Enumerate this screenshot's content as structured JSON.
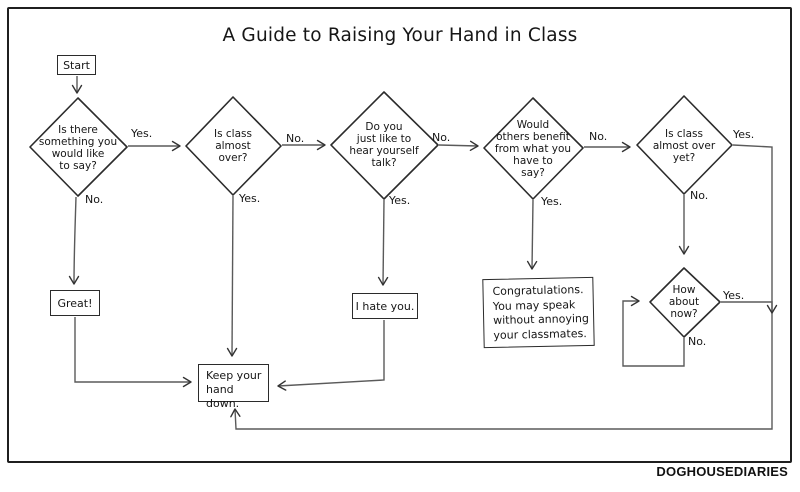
{
  "title": "A Guide to Raising Your Hand in Class",
  "credit": "DOGHOUSEDIARIES",
  "nodes": {
    "start": "Start",
    "great": "Great!",
    "hate": "I hate you.",
    "congrats": "Congratulations.\nYou may speak\nwithout annoying\nyour classmates.",
    "keep": "Keep your\nhand down."
  },
  "decisions": {
    "q1": "Is there\nsomething you\nwould like\nto say?",
    "q2": "Is class\nalmost\nover?",
    "q3": "Do you\njust like to\nhear yourself\ntalk?",
    "q4": "Would\nothers benefit\nfrom what you\nhave to\nsay?",
    "q5": "Is class\nalmost over\nyet?",
    "q6": "How\nabout\nnow?"
  },
  "edge_labels": {
    "q1_yes": "Yes.",
    "q1_no": "No.",
    "q2_no": "No.",
    "q2_yes": "Yes.",
    "q3_no": "No.",
    "q3_yes": "Yes.",
    "q4_no": "No.",
    "q4_yes": "Yes.",
    "q5_yes": "Yes.",
    "q5_no": "No.",
    "q6_yes": "Yes.",
    "q6_no": "No."
  },
  "colors": {
    "ink": "#2b2b2b",
    "connector_line": "#5a5a5a",
    "background": "#ffffff"
  }
}
